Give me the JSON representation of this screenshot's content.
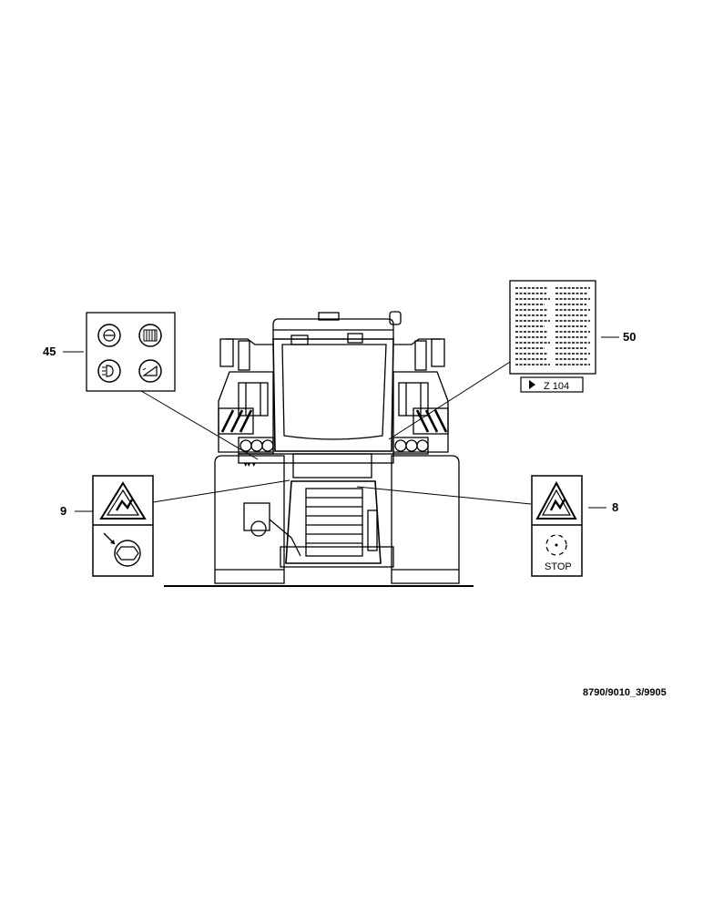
{
  "callouts": {
    "c45": "45",
    "c50": "50",
    "c9": "9",
    "c8": "8"
  },
  "decals": {
    "z_label": "Z 104",
    "stop_label": "STOP"
  },
  "reference_code": "8790/9010_3/9905",
  "icons": [
    "steering-wheel-icon",
    "heater-grille-icon",
    "work-light-icon",
    "wiper-icon",
    "crush-hazard-icon",
    "rotating-part-icon",
    "stop-rotation-icon",
    "arrow-right-icon"
  ]
}
